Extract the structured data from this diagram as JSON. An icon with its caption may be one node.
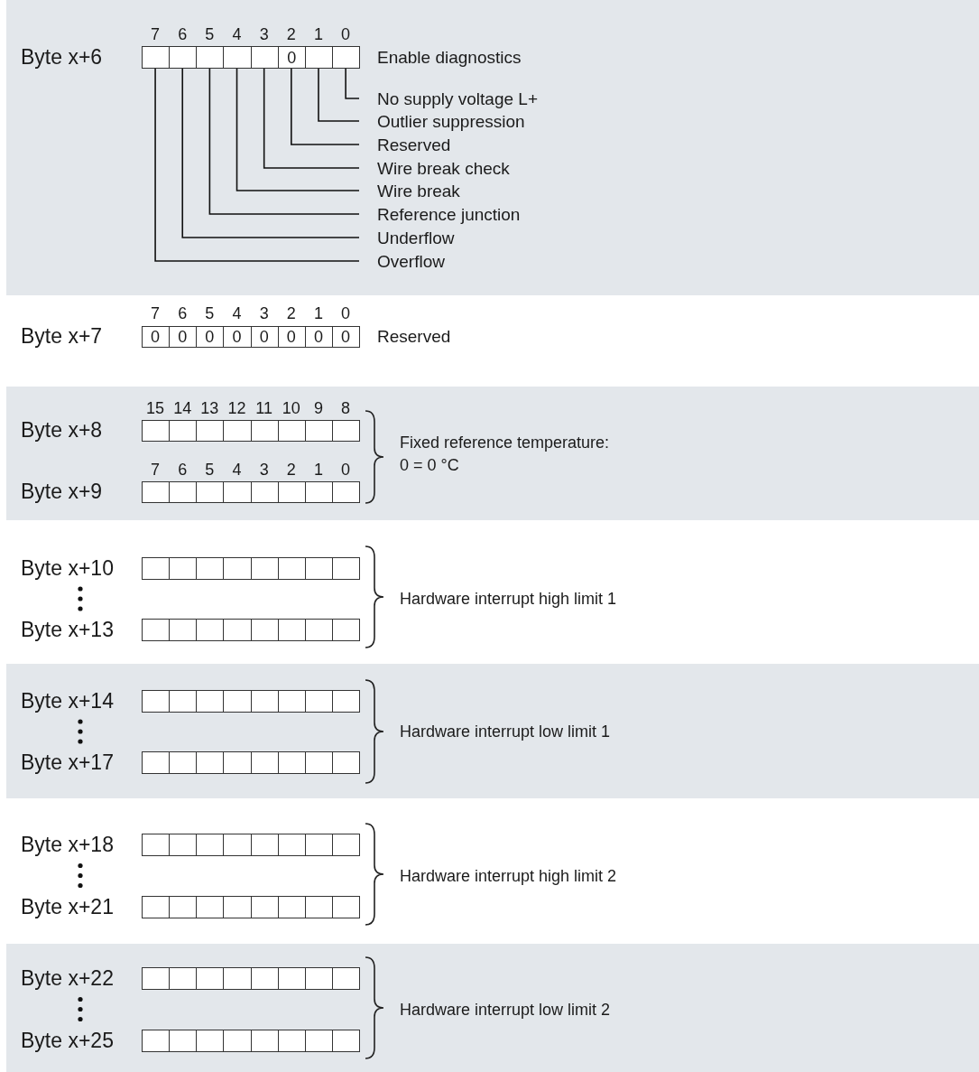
{
  "diagram": {
    "nodes": [
      {
        "text": [],
        "shape": "box"
      },
      {
        "text": [],
        "shape": "box"
      },
      {
        "text": [],
        "shape": "box"
      },
      {
        "text": [],
        "shape": "box"
      },
      {
        "text": [],
        "shape": "box"
      },
      {
        "text": [
          "0"
        ]
      },
      {
        "text": [],
        "shape": "box"
      },
      {
        "text": [],
        "shape": "box"
      },
      {
        "text": [
          "No supply voltage L+"
        ]
      },
      {
        "text": [
          "Outlier suppression"
        ]
      },
      {
        "text": [
          "Reserved"
        ]
      },
      {
        "text": [
          "Wire break check"
        ]
      },
      {
        "text": [
          "Wire break"
        ]
      },
      {
        "text": [
          "Reference junction"
        ]
      },
      {
        "text": [
          "Underflow"
        ]
      },
      {
        "text": [
          "Overflow"
        ]
      }
    ],
    "edges": [
      {
        "from": 8,
        "to": 7,
        "arrow": "none"
      },
      {
        "from": 9,
        "to": 6,
        "arrow": "none"
      },
      {
        "from": 10,
        "to": 5,
        "arrow": "none"
      },
      {
        "from": 11,
        "to": 4,
        "arrow": "none"
      },
      {
        "from": 12,
        "to": 3,
        "arrow": "none"
      },
      {
        "from": 13,
        "to": 2,
        "arrow": "none"
      },
      {
        "from": 14,
        "to": 1,
        "arrow": "none"
      },
      {
        "from": 15,
        "to": 0,
        "arrow": "none"
      }
    ],
    "labels": [
      "7",
      "6",
      "5",
      "4",
      "3",
      "2",
      "1",
      "0",
      "Byte x+6",
      "Enable diagnostics",
      "7",
      "6",
      "5",
      "4",
      "3",
      "2",
      "1",
      "0",
      "Byte x+7",
      "0",
      "0",
      "0",
      "0",
      "0",
      "0",
      "0",
      "0",
      "Reserved",
      "15",
      "14",
      "13",
      "12",
      "11",
      "10",
      "9",
      "8",
      "Byte x+8",
      "Fixed reference temperature: 0 = 0 °C",
      "7",
      "6",
      "5",
      "4",
      "3",
      "2",
      "1",
      "0",
      "Byte x+9",
      "Byte x+10",
      "Byte x+13",
      "Hardware interrupt high limit 1",
      "Byte x+14",
      "Byte x+17",
      "Hardware interrupt low limit 1",
      "Byte x+18",
      "Byte x+21",
      "Hardware interrupt high limit 2",
      "Byte x+22",
      "Byte x+25",
      "Hardware interrupt low limit 2"
    ]
  }
}
